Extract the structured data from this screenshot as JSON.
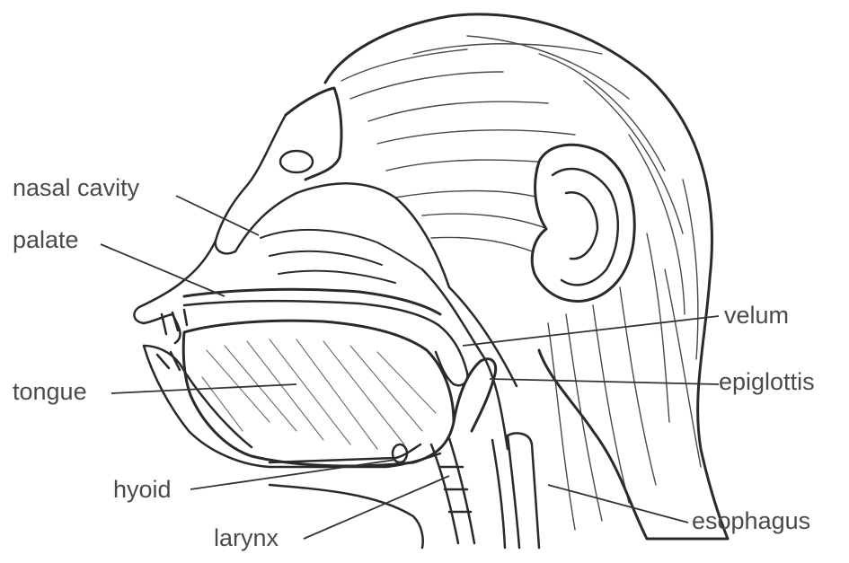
{
  "labels": {
    "nasal_cavity": "nasal cavity",
    "palate": "palate",
    "tongue": "tongue",
    "hyoid": "hyoid",
    "larynx": "larynx",
    "velum": "velum",
    "epiglottis": "epiglottis",
    "esophagus": "esophagus"
  },
  "colors": {
    "ink": "#2a2a2a",
    "label": "#4a4a4a",
    "shade": "#d8d8d8",
    "paper": "#ffffff"
  }
}
